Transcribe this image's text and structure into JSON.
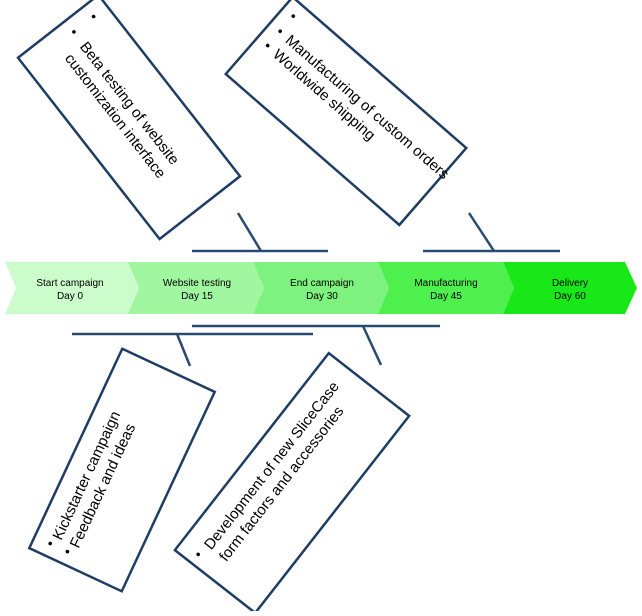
{
  "colors": {
    "chevron_1": "#ccfccc",
    "chevron_2": "#a0f7a0",
    "chevron_3": "#7ef27e",
    "chevron_4": "#4df04d",
    "chevron_5": "#18e818",
    "line": "#2b4a6f",
    "box_border": "#1f3d63",
    "text": "#000000"
  },
  "phases": [
    {
      "title": "Start campaign",
      "day": "Day 0"
    },
    {
      "title": "Website testing",
      "day": "Day 15"
    },
    {
      "title": "End campaign",
      "day": "Day 30"
    },
    {
      "title": "Manufacturing",
      "day": "Day 45"
    },
    {
      "title": "Delivery",
      "day": "Day 60"
    }
  ],
  "notes": {
    "beta": {
      "bullets": [
        "",
        "Beta testing of website customization interface"
      ]
    },
    "manufacturing": {
      "bullets": [
        "",
        "Manufacturing of custom orders",
        "Worldwide shipping"
      ]
    },
    "kickstarter": {
      "bullets": [
        "Kickstarter campaign",
        "Feedback and ideas"
      ]
    },
    "development": {
      "bullets": [
        "Development of new SliceCase form factors and accessories"
      ]
    }
  }
}
